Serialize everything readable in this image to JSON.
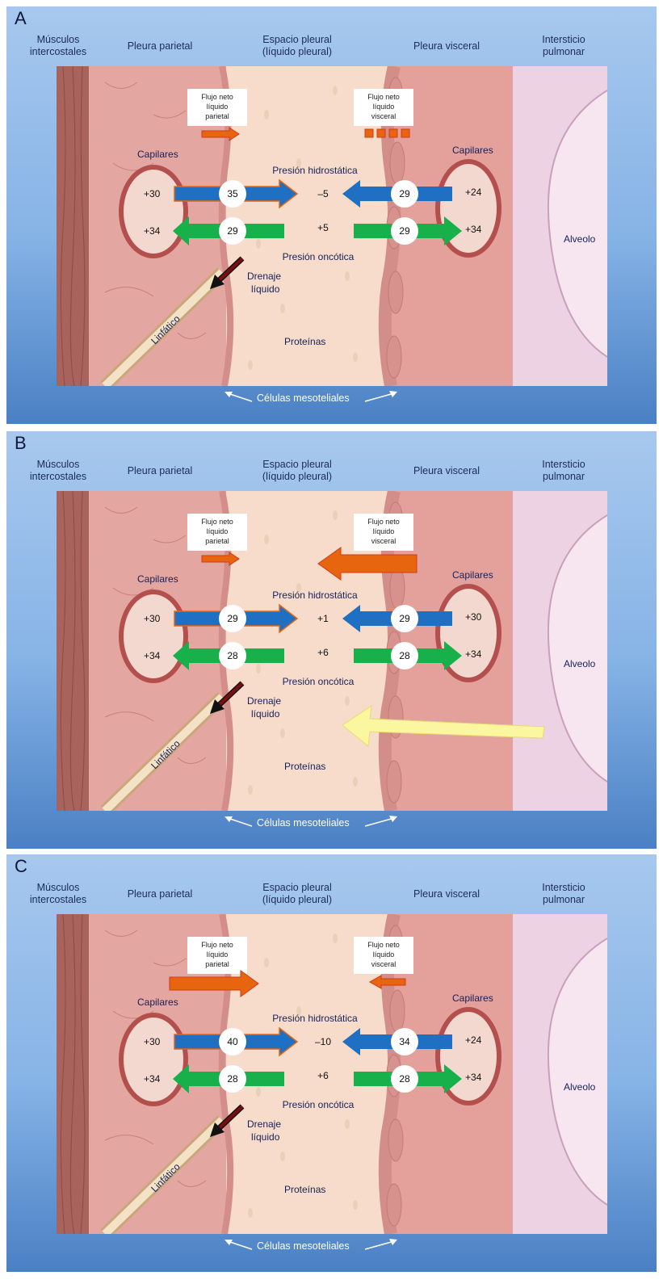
{
  "headers": {
    "musculos": "Músculos\nintercostales",
    "pleura_parietal": "Pleura parietal",
    "espacio": "Espacio pleural\n(líquido pleural)",
    "pleura_visceral": "Pleura visceral",
    "intersticio": "Intersticio\npulmonar"
  },
  "common": {
    "capilares": "Capilares",
    "presion_hidrostatica": "Presión hidrostática",
    "presion_oncotica": "Presión oncótica",
    "drenaje": "Drenaje",
    "liquido": "líquido",
    "linfatico": "Linfático",
    "proteinas": "Proteínas",
    "alveolo": "Alveolo",
    "celulas": "Células mesoteliales",
    "flujo_parietal": [
      "Flujo neto",
      "líquido",
      "parietal"
    ],
    "flujo_visceral": [
      "Flujo neto",
      "líquido",
      "visceral"
    ]
  },
  "colors": {
    "hydrostatic": "#1f6fc2",
    "oncotic": "#18b04a",
    "netflow": "#e8650f",
    "lymph_arrow": "#7a0d0d",
    "protein_arrow": "#fbf7a0"
  },
  "panels": [
    {
      "letter": "A",
      "left_hydro": "+30",
      "left_onc": "+34",
      "right_hydro": "+24",
      "right_onc": "+34",
      "par_hydro": "35",
      "par_onc": "29",
      "vis_hydro": "29",
      "vis_onc": "29",
      "space_hydro": "–5",
      "space_onc": "+5",
      "parietal_flow": "small",
      "visceral_flow": "dashed",
      "protein_arrow": false
    },
    {
      "letter": "B",
      "left_hydro": "+30",
      "left_onc": "+34",
      "right_hydro": "+30",
      "right_onc": "+34",
      "par_hydro": "29",
      "par_onc": "28",
      "vis_hydro": "29",
      "vis_onc": "28",
      "space_hydro": "+1",
      "space_onc": "+6",
      "parietal_flow": "small",
      "visceral_flow": "large",
      "protein_arrow": true
    },
    {
      "letter": "C",
      "left_hydro": "+30",
      "left_onc": "+34",
      "right_hydro": "+24",
      "right_onc": "+34",
      "par_hydro": "40",
      "par_onc": "28",
      "vis_hydro": "34",
      "vis_onc": "28",
      "space_hydro": "–10",
      "space_onc": "+6",
      "parietal_flow": "large",
      "visceral_flow": "small",
      "protein_arrow": false
    }
  ]
}
